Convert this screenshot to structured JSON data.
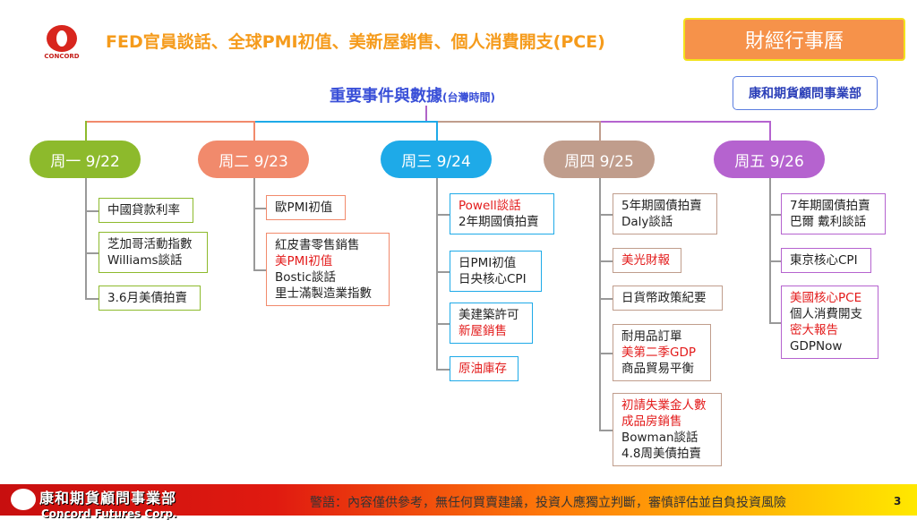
{
  "header": {
    "logo_text": "CONCORD",
    "title": "FED官員談話、全球PMI初值、美新屋銷售、個人消費開支(PCE)",
    "badge": "財經行事曆",
    "subtitle": "重要事件與數據",
    "subtitle_note": "(台灣時間)",
    "dept": "康和期貨顧問事業部"
  },
  "colors": {
    "mon": "#8dba2c",
    "tue": "#f18a6c",
    "wed": "#1eaae8",
    "thu": "#c09d8c",
    "fri": "#b563cf",
    "red": "#e31b1b"
  },
  "days": [
    {
      "label": "周一 9/22",
      "items": [
        [
          {
            "t": "中國貸款利率"
          }
        ],
        [
          {
            "t": "芝加哥活動指數"
          },
          {
            "t": "Williams談話"
          }
        ],
        [
          {
            "t": "3.6月美債拍賣"
          }
        ]
      ]
    },
    {
      "label": "周二 9/23",
      "items": [
        [
          {
            "t": "歐PMI初值"
          }
        ],
        [
          {
            "t": "紅皮書零售銷售"
          },
          {
            "t": "美PMI初值",
            "r": true
          },
          {
            "t": "Bostic談話"
          },
          {
            "t": "里士滿製造業指數"
          }
        ]
      ]
    },
    {
      "label": "周三 9/24",
      "items": [
        [
          {
            "t": "Powell談話",
            "r": true
          },
          {
            "t": "2年期國債拍賣"
          }
        ],
        [
          {
            "t": "日PMI初值"
          },
          {
            "t": "日央核心CPI"
          }
        ],
        [
          {
            "t": "美建築許可"
          },
          {
            "t": "新屋銷售",
            "r": true
          }
        ],
        [
          {
            "t": "原油庫存",
            "r": true
          }
        ]
      ]
    },
    {
      "label": "周四 9/25",
      "items": [
        [
          {
            "t": "5年期國債拍賣"
          },
          {
            "t": "Daly談話"
          }
        ],
        [
          {
            "t": "美光財報",
            "r": true
          }
        ],
        [
          {
            "t": "日貨幣政策紀要"
          }
        ],
        [
          {
            "t": "耐用品訂單"
          },
          {
            "t": "美第二季GDP",
            "r": true
          },
          {
            "t": "商品貿易平衡"
          }
        ],
        [
          {
            "t": "初請失業金人數",
            "r": true
          },
          {
            "t": "成品房銷售",
            "r": true
          },
          {
            "t": "Bowman談話"
          },
          {
            "t": "4.8周美債拍賣"
          }
        ]
      ]
    },
    {
      "label": "周五 9/26",
      "items": [
        [
          {
            "t": "7年期國債拍賣"
          },
          {
            "t": "巴爾 戴利談話"
          }
        ],
        [
          {
            "t": "東京核心CPI"
          }
        ],
        [
          {
            "t": "美國核心PCE",
            "r": true
          },
          {
            "t": "個人消費開支"
          },
          {
            "t": "密大報告",
            "r": true
          },
          {
            "t": "GDPNow"
          }
        ]
      ]
    }
  ],
  "footer": {
    "company_cn": "康和期貨顧問事業部",
    "company_en": "Concord Futures Corp.",
    "warning": "警語：內容僅供參考，無任何買賣建議，投資人應獨立判斷，審慎評估並自負投資風險",
    "page": "3"
  }
}
